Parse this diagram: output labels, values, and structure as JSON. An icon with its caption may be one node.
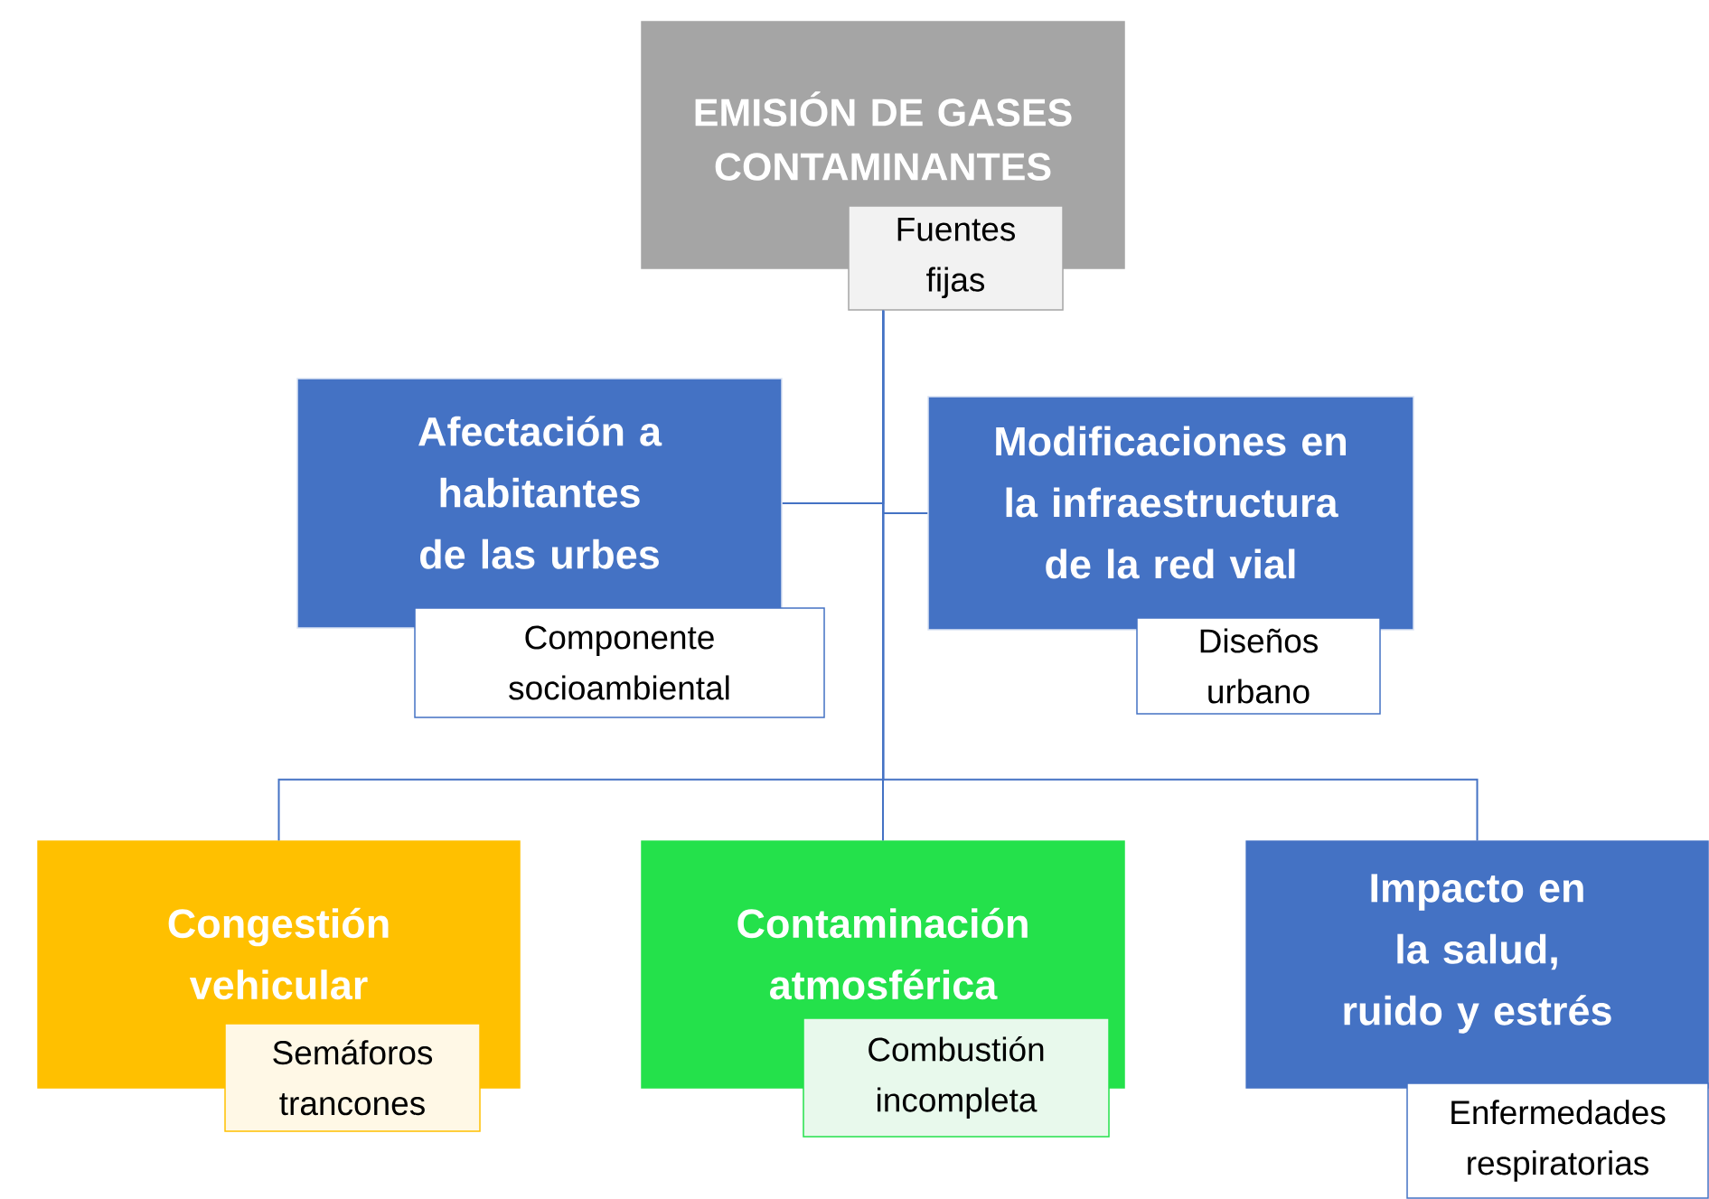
{
  "diagram": {
    "nodes": [
      {
        "text": [
          "EMISIÓN DE GASES CONTAMINANTES"
        ]
      },
      {
        "text": [
          "Fuentes fijas"
        ]
      },
      {
        "text": [
          "Afectación a habitantes de las urbes"
        ]
      },
      {
        "text": [
          "Componente socioambiental"
        ]
      },
      {
        "text": [
          "Modificaciones en la infraestructura de la red vial"
        ]
      },
      {
        "text": [
          "Diseños urbano"
        ]
      },
      {
        "text": [
          "Congestión vehicular"
        ]
      },
      {
        "text": [
          "Semáforos trancones"
        ]
      },
      {
        "text": [
          "Contaminación atmosférica"
        ]
      },
      {
        "text": [
          "Combustión incompleta"
        ]
      },
      {
        "text": [
          "Impacto en la salud, ruido y estrés"
        ]
      },
      {
        "text": [
          "Enfermedades respiratorias"
        ]
      }
    ],
    "edges": [
      {
        "from": 1,
        "to": 2,
        "arrow": "none"
      },
      {
        "from": 1,
        "to": 4,
        "arrow": "none"
      },
      {
        "from": 1,
        "to": 6,
        "arrow": "none"
      },
      {
        "from": 1,
        "to": 8,
        "arrow": "none"
      },
      {
        "from": 1,
        "to": 10,
        "arrow": "none"
      }
    ]
  }
}
